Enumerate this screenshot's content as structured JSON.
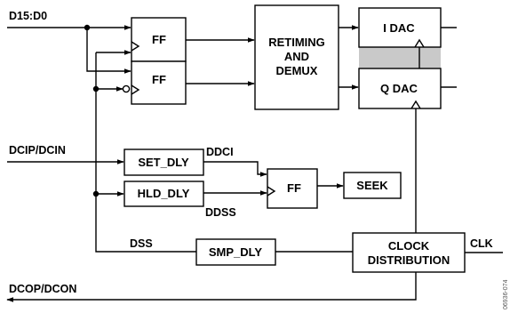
{
  "signals": {
    "d15_d0": "D15:D0",
    "dcip_dcin": "DCIP/DCIN",
    "ddci": "DDCI",
    "ddss": "DDSS",
    "dss": "DSS",
    "clk": "CLK",
    "dcop_dcon": "DCOP/DCON"
  },
  "blocks": {
    "ff_top": "FF",
    "ff_bottom": "FF",
    "retiming": [
      "RETIMING",
      "AND",
      "DEMUX"
    ],
    "i_dac": "I DAC",
    "q_dac": "Q DAC",
    "set_dly": "SET_DLY",
    "hld_dly": "HLD_DLY",
    "ff_mid": "FF",
    "seek": "SEEK",
    "smp_dly": "SMP_DLY",
    "clock_dist": [
      "CLOCK",
      "DISTRIBUTION"
    ]
  },
  "figure_id": "06936-074"
}
